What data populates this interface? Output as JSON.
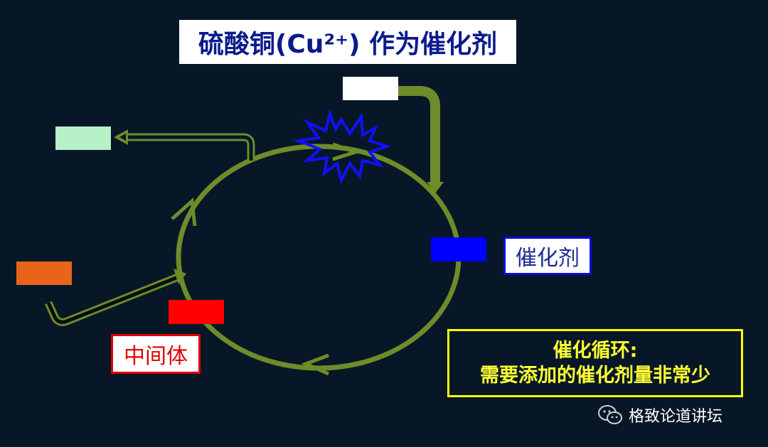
{
  "title": "硫酸铜(Cu²⁺) 作为催化剂",
  "labels": {
    "catalyst": "催化剂",
    "intermediate": "中间体"
  },
  "cycle_note": {
    "line1": "催化循环:",
    "line2": "需要添加的催化剂量非常少"
  },
  "watermark": {
    "text": "格致论道讲坛",
    "icon": "wechat-icon"
  },
  "colors": {
    "background": "#071727",
    "cycle": "#6d8c2a",
    "title_text": "#0a1a8c",
    "catalyst_box": "#0000ff",
    "intermediate_box": "#ff0000",
    "reactant_box": "#e8641a",
    "product_box": "#b8f0c8",
    "input_box": "#ffffff",
    "note": "#ffff00"
  }
}
